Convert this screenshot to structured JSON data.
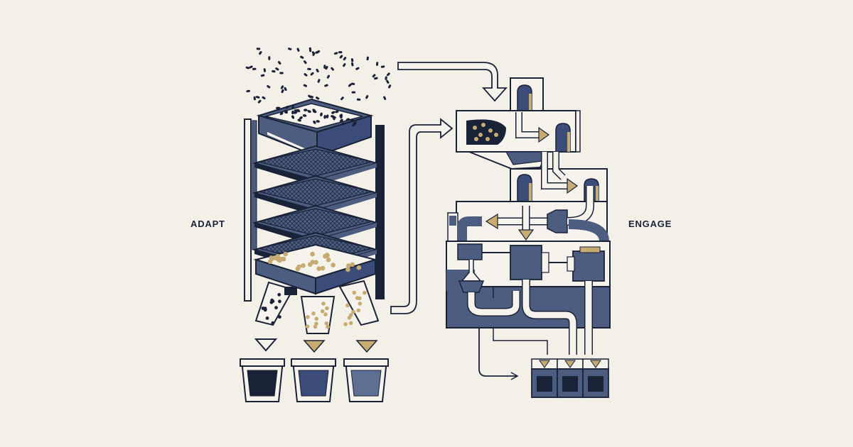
{
  "labels": {
    "left": "ADAPT",
    "right": "ENGAGE"
  },
  "colors": {
    "background": "#f3f0e8",
    "navy": "#1a2238",
    "slate": "#4d5d80",
    "slate_light": "#5f6f92",
    "gold": "#c6ab72",
    "paper": "#f6f3ec"
  },
  "bins": {
    "count": 3,
    "fills": [
      "#1a2238",
      "#3c4c78",
      "#5f6f92"
    ]
  },
  "output_boxes": {
    "count": 3
  },
  "sieve_layers": 4
}
